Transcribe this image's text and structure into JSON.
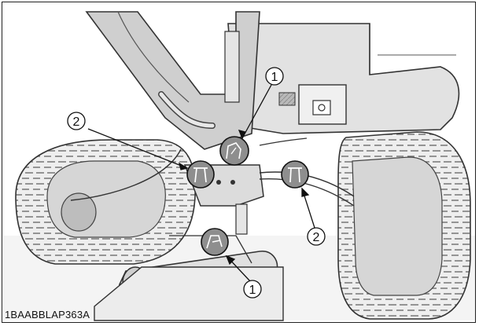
{
  "figure": {
    "id_text": "1BAABBLAP363A",
    "callouts": [
      {
        "number": "1",
        "target": "upper-grease-fitting"
      },
      {
        "number": "1",
        "target": "lower-grease-fitting"
      },
      {
        "number": "2",
        "target": "left-grease-fitting"
      },
      {
        "number": "2",
        "target": "right-grease-fitting"
      }
    ]
  }
}
